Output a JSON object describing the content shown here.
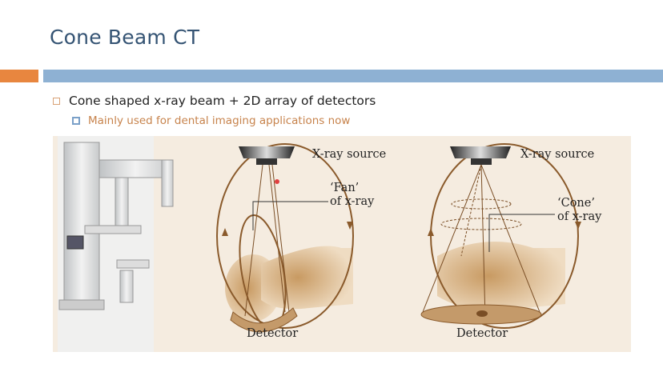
{
  "slide": {
    "title": "Cone Beam CT",
    "bullets": [
      {
        "text": "Cone shaped x-ray beam + 2D array of detectors"
      },
      {
        "text": "Mainly used for dental imaging applications now"
      }
    ]
  },
  "figure": {
    "left_diagram": {
      "source_label": "X-ray source",
      "beam_label_1": "‘Fan’",
      "beam_label_2": "of x-ray",
      "detector_label": "Detector"
    },
    "right_diagram": {
      "source_label": "X-ray source",
      "beam_label_1": "‘Cone’",
      "beam_label_2": "of x-ray",
      "detector_label": "Detector"
    }
  },
  "colors": {
    "accent_orange": "#e8863f",
    "accent_blue": "#8eb1d3",
    "title": "#355474",
    "sub_bullet": "#c7834c"
  }
}
